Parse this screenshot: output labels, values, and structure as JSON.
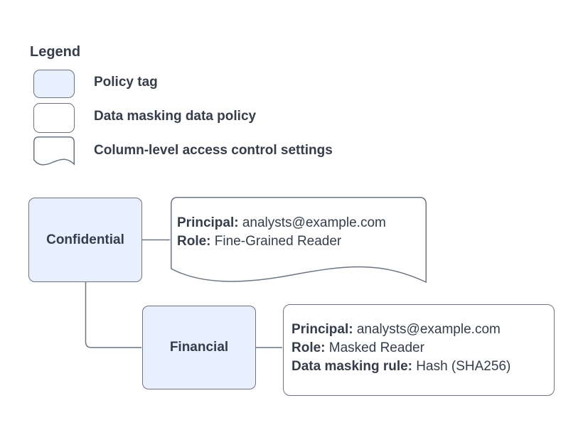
{
  "colors": {
    "policy_tag_fill": "#e8f0fe",
    "card_fill": "#ffffff",
    "border": "#6b7480",
    "text": "#353d4a"
  },
  "legend": {
    "title": "Legend",
    "items": [
      {
        "id": "policy-tag",
        "label": "Policy tag"
      },
      {
        "id": "data-policy",
        "label": "Data masking data policy"
      },
      {
        "id": "access-control",
        "label": "Column-level access control settings"
      }
    ]
  },
  "nodes": [
    {
      "label": "Confidential"
    },
    {
      "label": "Financial"
    }
  ],
  "cards": {
    "access_control": {
      "lines": [
        {
          "key": "Principal:",
          "value": "analysts@example.com"
        },
        {
          "key": "Role:",
          "value": "Fine-Grained Reader"
        }
      ]
    },
    "data_policy": {
      "lines": [
        {
          "key": "Principal:",
          "value": "analysts@example.com"
        },
        {
          "key": "Role:",
          "value": "Masked Reader"
        },
        {
          "key": "Data masking rule:",
          "value": "Hash (SHA256)"
        }
      ]
    }
  }
}
